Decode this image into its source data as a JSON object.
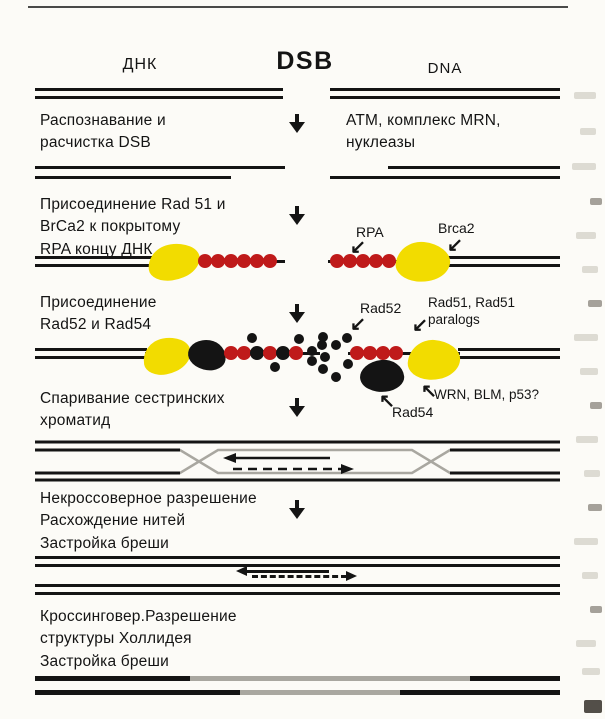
{
  "header": {
    "dnk": "ДНК",
    "dsb": "DSB",
    "dna": "DNA"
  },
  "steps": {
    "s1": {
      "label": "Распознавание и\nрасчистка DSB",
      "right": "ATM, комплекс MRN,\nнуклеазы"
    },
    "s2": {
      "label": "Присоединение Rad 51 и\nBrCa2 к покрытому\nRPA концу ДНК"
    },
    "s3": {
      "label": "Присоединение\nRad52 и Rad54"
    },
    "s4": {
      "label": "Спаривание сестринских\nхроматид"
    },
    "s5": {
      "label": "Некроссоверное разрешение\nРасхождение нитей\nЗастройка бреши"
    },
    "s6": {
      "label": "Кроссинговер.Разрешение\nструктуры Холлидея\nЗастройка бреши"
    }
  },
  "annotations": {
    "rpa": "RPA",
    "brca2": "Brca2",
    "rad52": "Rad52",
    "paralogs": "Rad51, Rad51\nparalogs",
    "wrn": "WRN, BLM, p53?",
    "rad54": "Rad54"
  },
  "glyphs": {
    "arrow_down_left": "↙",
    "arrow_up_left": "↖"
  },
  "colors": {
    "strand_black": "#141414",
    "sister_gray": "#a9a7a0",
    "rpa_red": "#bf1a1a",
    "brca2_yellow": "#f2dc00"
  }
}
